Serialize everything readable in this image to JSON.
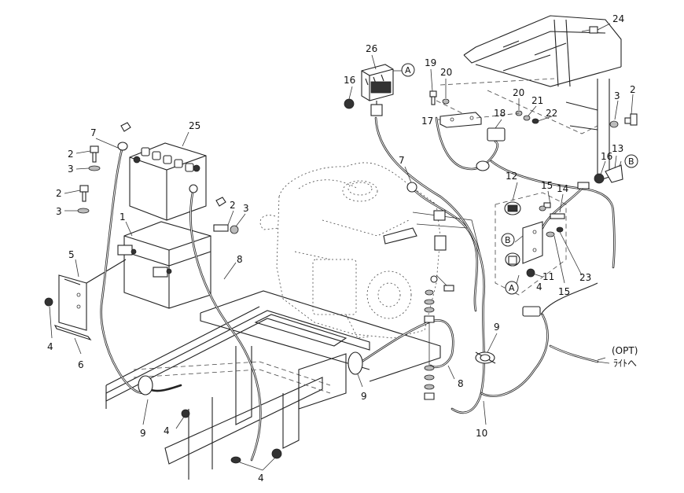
{
  "part_numbers": {
    "p1": "1",
    "p2a": "2",
    "p2b": "2",
    "p2c": "2",
    "p2d": "2",
    "p3a": "3",
    "p3b": "3",
    "p3c": "3",
    "p3d": "3",
    "p4a": "4",
    "p4b": "4",
    "p4c": "4",
    "p4d": "4",
    "p5": "5",
    "p6": "6",
    "p7a": "7",
    "p7b": "7",
    "p8a": "8",
    "p8b": "8",
    "p9a": "9",
    "p9b": "9",
    "p9c": "9",
    "p10": "10",
    "p11": "11",
    "p12": "12",
    "p13": "13",
    "p14": "14",
    "p15a": "15",
    "p15b": "15",
    "p16a": "16",
    "p16b": "16",
    "p17": "17",
    "p18": "18",
    "p19": "19",
    "p20a": "20",
    "p20b": "20",
    "p21": "21",
    "p22": "22",
    "p23": "23",
    "p24": "24",
    "p25": "25",
    "p26": "26"
  },
  "connectors": {
    "a_top": "A",
    "a_bottom": "A",
    "b_right": "B",
    "b_panel": "B"
  },
  "notes": {
    "opt_line1": "(OPT)",
    "opt_line2": "ﾗｲﾄへ"
  }
}
